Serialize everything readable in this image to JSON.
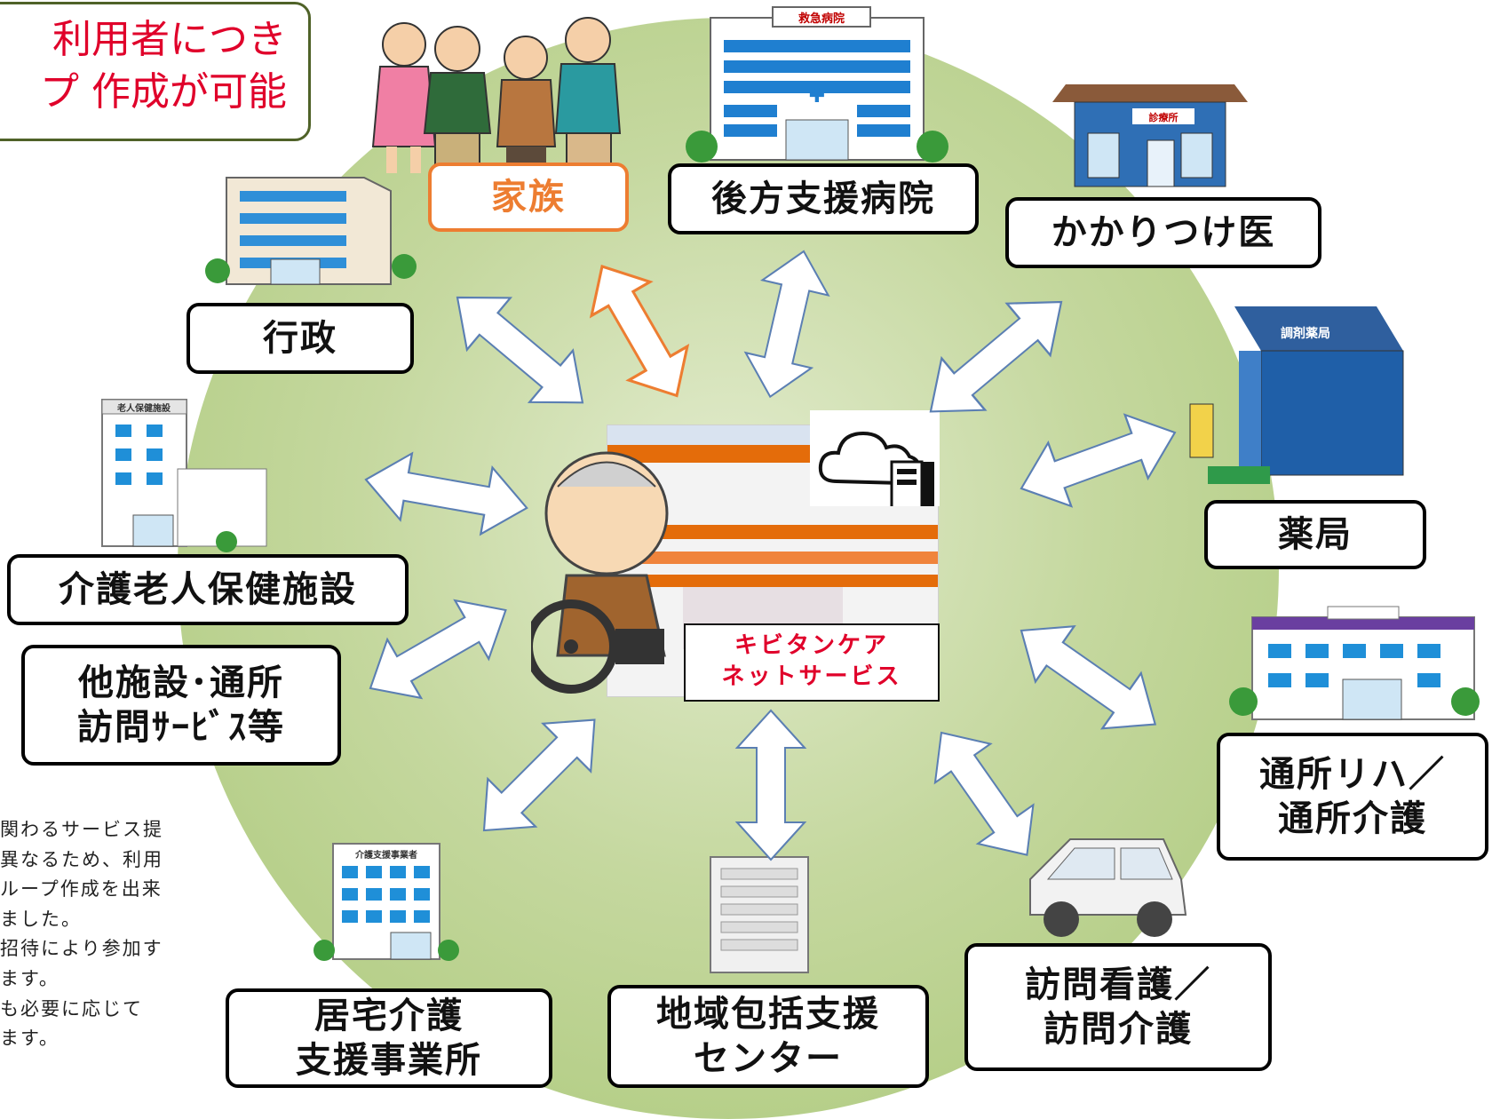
{
  "note": {
    "text": "利用者につき\nプ 作成が可能"
  },
  "nodes": {
    "family": "家族",
    "backup_hospital": "後方支援病院",
    "family_doctor": "かかりつけ医",
    "government": "行政",
    "pharmacy": "薬局",
    "care_health_facility": "介護老人保健施設",
    "other_facilities": "他施設･通所\n訪問ｻｰﾋﾞｽ等",
    "rehab_daycare": "通所リハ／\n通所介護",
    "home_nursing": "訪問看護／\n訪問介護",
    "regional_support_center": "地域包括支援\nセンター",
    "home_care_support": "居宅介護\n支援事業所"
  },
  "center": {
    "service_name": "キビタンケア\nネットサービス"
  },
  "signs": {
    "emergency_hospital": "救急病院",
    "clinic": "診療所",
    "pharmacy_sign": "調剤薬局",
    "elderly_facility": "老人保健施設",
    "care_support": "介護支援事業者"
  },
  "body_text": "関わるサービス提\n異なるため、利用\nループ作成を出来\nました。\n招待により参加す\nます。\nも必要に応じて\nます。",
  "colors": {
    "circle": "#b6cf8a",
    "family_accent": "#ed7d31",
    "note_border": "#4f6228",
    "note_text": "#e0002a",
    "service_text": "#e0002a",
    "arrow_fill": "#ffffff",
    "arrow_stroke": "#5b7fb3",
    "family_arrow_stroke": "#ed7d31"
  }
}
